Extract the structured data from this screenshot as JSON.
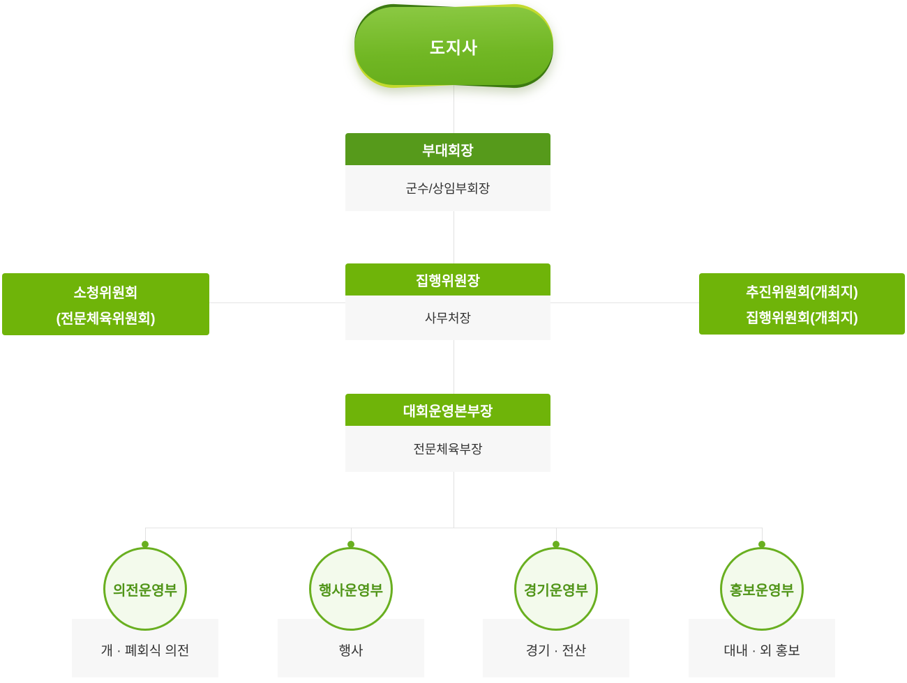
{
  "org": {
    "root": {
      "label": "도지사"
    },
    "levels": [
      {
        "title": "부대회장",
        "subtitle": "군수/상임부회장"
      },
      {
        "title": "집행위원장",
        "subtitle": "사무처장"
      },
      {
        "title": "대회운영본부장",
        "subtitle": "전문체육부장"
      }
    ],
    "side_left": {
      "line1": "소청위원회",
      "line2": "(전문체육위원회)"
    },
    "side_right": {
      "line1": "추진위원회(개최지)",
      "line2": "집행위원회(개최지)"
    },
    "departments": [
      {
        "name": "의전운영부",
        "duty": "개 · 폐회식 의전"
      },
      {
        "name": "행사운영부",
        "duty": "행사"
      },
      {
        "name": "경기운영부",
        "duty": "경기 · 전산"
      },
      {
        "name": "홍보운영부",
        "duty": "대내 · 외 홍보"
      }
    ],
    "colors": {
      "green_bright": "#6fb409",
      "green_dark_header": "#569a1b",
      "pill_highlight": "#c3da2e",
      "pill_shadow": "#3c7a10",
      "circle_border": "#69af20",
      "circle_fill": "#f3faec",
      "circle_text": "#4f9417",
      "sub_box_bg": "#f7f7f7",
      "text_dark": "#333333",
      "connector": "#e0e0e0"
    }
  }
}
